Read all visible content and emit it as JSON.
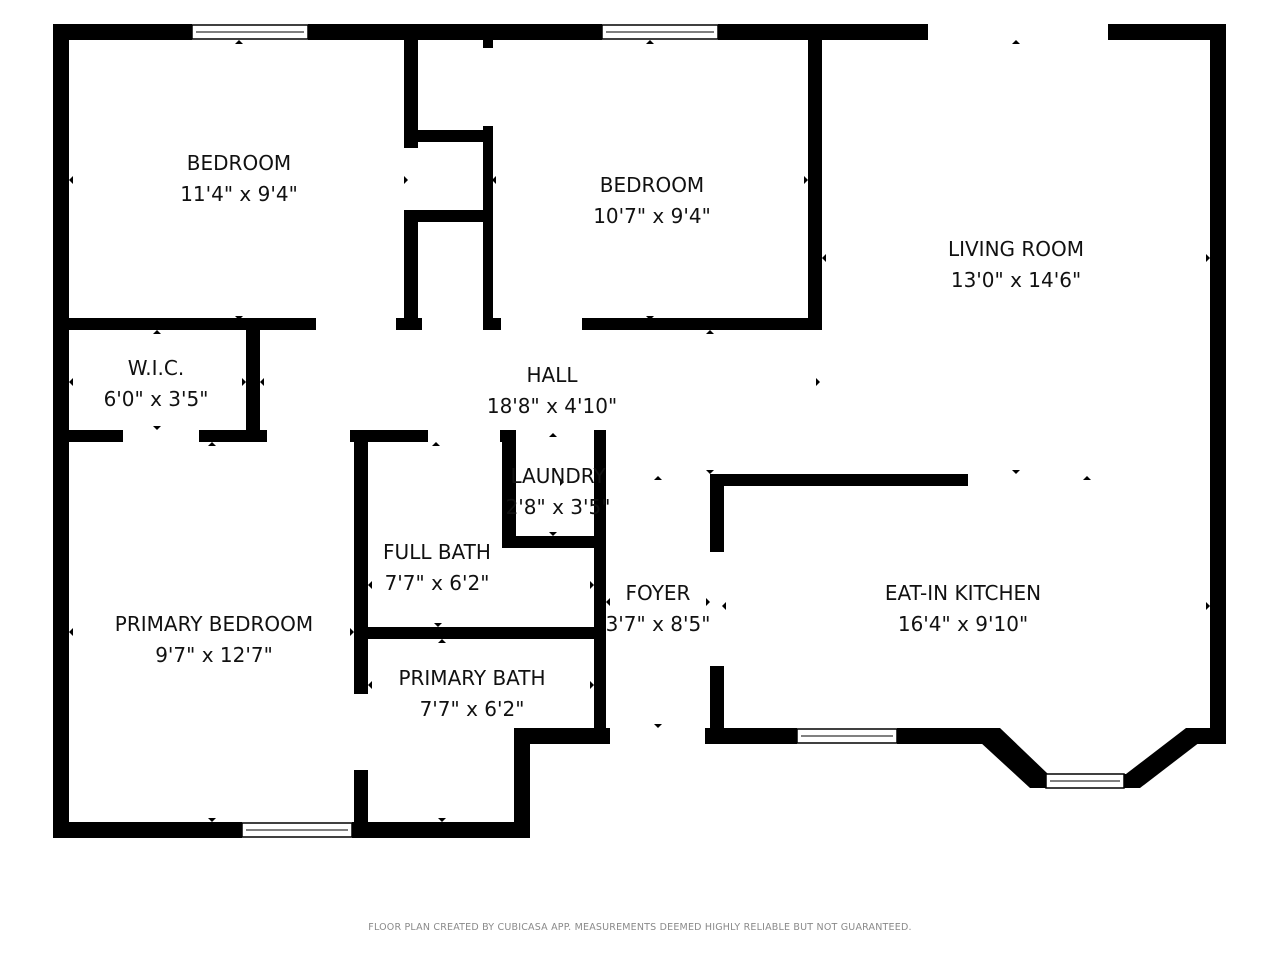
{
  "colors": {
    "wall": "#000000",
    "background": "#ffffff",
    "window_frame": "#000000",
    "footer_text": "#8a8a8a"
  },
  "rooms": {
    "bedroom_1": {
      "name": "BEDROOM",
      "dims": "11'4\" x 9'4\""
    },
    "bedroom_2": {
      "name": "BEDROOM",
      "dims": "10'7\" x 9'4\""
    },
    "living_room": {
      "name": "LIVING ROOM",
      "dims": "13'0\" x 14'6\""
    },
    "wic": {
      "name": "W.I.C.",
      "dims": "6'0\" x 3'5\""
    },
    "hall": {
      "name": "HALL",
      "dims": "18'8\" x 4'10\""
    },
    "laundry": {
      "name": "LAUNDRY",
      "dims": "2'8\" x 3'5\""
    },
    "full_bath": {
      "name": "FULL BATH",
      "dims": "7'7\" x 6'2\""
    },
    "foyer": {
      "name": "FOYER",
      "dims": "3'7\" x 8'5\""
    },
    "eat_in_kitchen": {
      "name": "EAT-IN KITCHEN",
      "dims": "16'4\" x 9'10\""
    },
    "primary_bedroom": {
      "name": "PRIMARY BEDROOM",
      "dims": "9'7\" x 12'7\""
    },
    "primary_bath": {
      "name": "PRIMARY BATH",
      "dims": "7'7\" x 6'2\""
    }
  },
  "footer": {
    "text": "FLOOR PLAN CREATED BY CUBICASA APP. MEASUREMENTS DEEMED HIGHLY RELIABLE BUT NOT GUARANTEED."
  }
}
